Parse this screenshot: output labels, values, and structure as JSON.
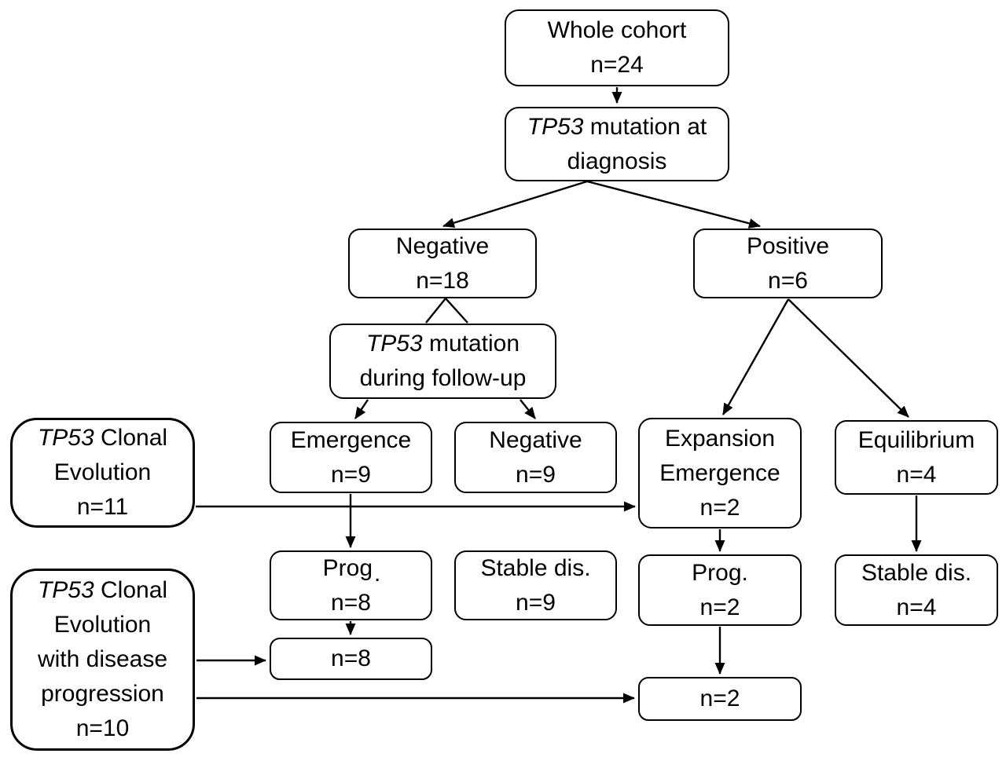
{
  "figure": {
    "background": "#ffffff",
    "stroke_color": "#000000",
    "text_color": "#000000"
  },
  "nodes": {
    "whole_cohort": {
      "line1": "Whole cohort",
      "line2": "n=24"
    },
    "tp53_diagnosis": {
      "italic1": "TP53",
      "rest1": " mutation at",
      "line2": "diagnosis"
    },
    "negative_diagnosis": {
      "line1": "Negative",
      "line2": "n=18"
    },
    "positive_diagnosis": {
      "line1": "Positive",
      "line2": "n=6"
    },
    "tp53_followup": {
      "italic1": "TP53",
      "rest1": " mutation",
      "line2": "during follow-up"
    },
    "clonal_evolution": {
      "italic1": "TP53",
      "rest1": " Clonal",
      "line2": "Evolution",
      "line3": "n=11"
    },
    "emergence": {
      "line1": "Emergence",
      "line2": "n=9"
    },
    "negative_followup": {
      "line1": "Negative",
      "line2": "n=9"
    },
    "expansion_emergence": {
      "line1": "Expansion",
      "line2": "Emergence",
      "line3": "n=2"
    },
    "equilibrium": {
      "line1": "Equilibrium",
      "line2": "n=4"
    },
    "prog_emergence": {
      "line1": "Prog",
      "dot": ".",
      "line2": "n=8"
    },
    "stable_followup": {
      "line1": "Stable dis.",
      "line2": "n=9"
    },
    "prog_expansion": {
      "line1": "Prog.",
      "line2": "n=2"
    },
    "stable_equilibrium": {
      "line1": "Stable dis.",
      "line2": "n=4"
    },
    "n8": {
      "line1": "n=8"
    },
    "n2": {
      "line1": "n=2"
    },
    "clonal_evolution_progression": {
      "italic1": "TP53",
      "rest1": " Clonal",
      "line2": "Evolution",
      "line3": "with disease",
      "line4": "progression",
      "line5": "n=10"
    }
  },
  "edges": [
    {
      "from": "whole_cohort",
      "to": "tp53_diagnosis",
      "arrow": true
    },
    {
      "from": "tp53_diagnosis",
      "to": "negative_diagnosis",
      "arrow": true
    },
    {
      "from": "tp53_diagnosis",
      "to": "positive_diagnosis",
      "arrow": true
    },
    {
      "from": "negative_diagnosis",
      "to": "tp53_followup",
      "arrow": false
    },
    {
      "from": "tp53_followup",
      "to": "emergence",
      "arrow": true
    },
    {
      "from": "tp53_followup",
      "to": "negative_followup",
      "arrow": true
    },
    {
      "from": "positive_diagnosis",
      "to": "expansion_emergence",
      "arrow": true
    },
    {
      "from": "positive_diagnosis",
      "to": "equilibrium",
      "arrow": true
    },
    {
      "from": "clonal_evolution",
      "to": "expansion_emergence",
      "arrow": true
    },
    {
      "from": "emergence",
      "to": "prog_emergence",
      "arrow": true
    },
    {
      "from": "expansion_emergence",
      "to": "prog_expansion",
      "arrow": true
    },
    {
      "from": "equilibrium",
      "to": "stable_equilibrium",
      "arrow": true
    },
    {
      "from": "prog_emergence",
      "to": "n8",
      "arrow": true
    },
    {
      "from": "prog_expansion",
      "to": "n2",
      "arrow": true
    },
    {
      "from": "clonal_evolution_progression",
      "to": "n8",
      "arrow": true
    },
    {
      "from": "clonal_evolution_progression",
      "to": "n2",
      "arrow": true
    }
  ]
}
